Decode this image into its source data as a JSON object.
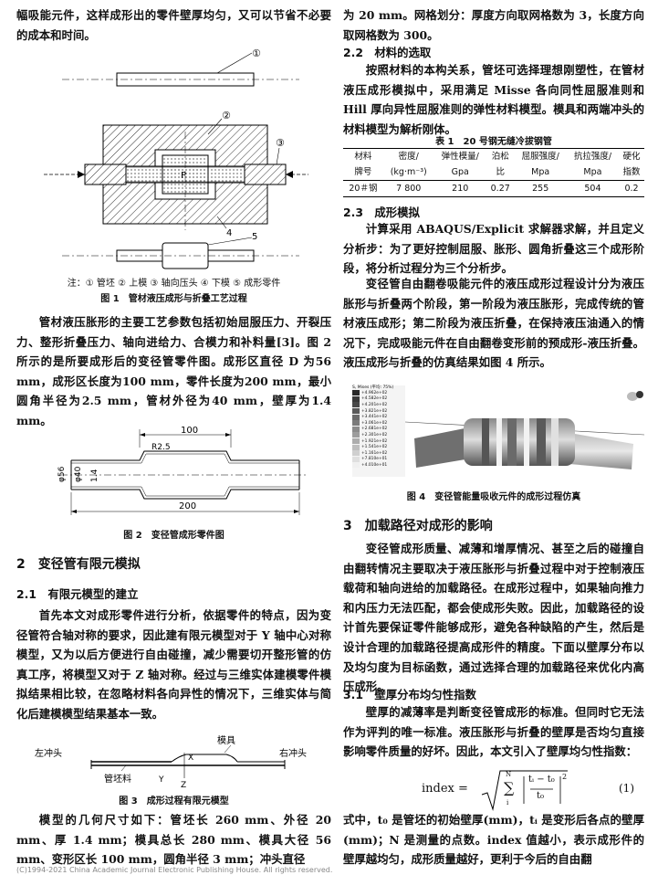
{
  "left": {
    "intro": "幅吸能元件，这样成形出的零件壁厚均匀，又可以节省不必要的成本和时间。",
    "fig1": {
      "labels": [
        "①",
        "②",
        "③",
        "4",
        "5",
        "P"
      ],
      "note": "注：① 管坯 ② 上模 ③ 轴向压头 ④ 下模 ⑤ 成形零件",
      "caption": "图 1　管材液压成形与折叠工艺过程"
    },
    "para1": "管材液压胀形的主要工艺参数包括初始屈服压力、开裂压力、整形折叠压力、轴向进给力、合模力和补料量[3]。图 2 所示的是所要成形后的变径管零件图。成形区直径 D 为56 mm，成形区长度为100 mm，零件长度为200 mm，最小圆角半径为2.5 mm，管材外径为40 mm，壁厚为1.4 mm。",
    "fig2": {
      "dim_top": "100",
      "dim_bottom": "200",
      "dim_r": "R2.5",
      "dim_d56": "φ56",
      "dim_d40": "φ40",
      "dim_t": "1.4",
      "caption": "图 2　变径管成形零件图"
    },
    "sec2": "2　变径管有限元模拟",
    "sec21": "2.1　有限元模型的建立",
    "para2": "首先本文对成形零件进行分析，依据零件的特点，因为变径管符合轴对称的要求，因此建有限元模型对于 Y 轴中心对称模型，又为以后方便进行自由碰撞，减少需要切开整形管的仿真工序，将模型又对于 Z 轴对称。经过与三维实体建模零件模拟结果相比较，在忽略材料各向异性的情况下，三维实体与简化后建模模型结果基本一致。",
    "fig3": {
      "lbl_left": "左冲头",
      "lbl_right": "右冲头",
      "lbl_die": "模具",
      "lbl_tube": "管坯料",
      "lbl_x": "X",
      "lbl_y": "Y",
      "lbl_z": "Z",
      "caption": "图 3　成形过程有限元模型"
    },
    "para3": "模型的几何尺寸如下：管坯长 260 mm、外径 20 mm、厚 1.4 mm；模具总长 280 mm、模具大径 56 mm、变形区长 100 mm，圆角半径 3 mm；冲头直径"
  },
  "right": {
    "cont": "为 20 mm。网格划分：厚度方向取网格数为 3，长度方向取网格数为 300。",
    "sec22": "2.2　材料的选取",
    "para4": "按照材料的本构关系，管坯可选择理想刚塑性，在管材液压成形模拟中，采用满足 Misse 各向同性屈服准则和 Hill 厚向异性屈服准则的弹性材料模型。模具和两端冲头的材料模型为解析刚体。",
    "table": {
      "caption": "表 1　20 号钢无缝冷拔钢管",
      "head1": [
        "材料",
        "密度/",
        "弹性模量/",
        "泊松",
        "屈服强度/",
        "抗拉强度/",
        "硬化"
      ],
      "head2": [
        "牌号",
        "(kg·m⁻³)",
        "Gpa",
        "比",
        "Mpa",
        "Mpa",
        "指数"
      ],
      "row": [
        "20＃钢",
        "7 800",
        "210",
        "0.27",
        "255",
        "504",
        "0.2"
      ]
    },
    "sec23": "2.3　成形模拟",
    "para5": "计算采用 ABAQUS/Explicit 求解器求解，并且定义分析步：为了更好控制屈服、胀形、圆角折叠这三个成形阶段，将分析过程分为三个分析步。",
    "para6": "变径管自由翻卷吸能元件的液压成形过程设计分为液压胀形与折叠两个阶段，第一阶段为液压胀形，完成传统的管材液压成形；第二阶段为液压折叠，在保持液压油通入的情况下，完成吸能元件在自由翻卷变形前的预成形-液压折叠。液压成形与折叠的仿真结果如图 4 所示。",
    "fig4": {
      "legend_title": "S, Mises (平均: 75%)",
      "legend_values": [
        "+4.962e+02",
        "+4.582e+02",
        "+4.201e+02",
        "+3.821e+02",
        "+3.441e+02",
        "+3.061e+02",
        "+2.681e+02",
        "+2.301e+02",
        "+1.921e+02",
        "+1.541e+02",
        "+1.161e+02",
        "+7.810e+01",
        "+4.010e+01"
      ],
      "caption": "图 4　变径管能量吸收元件的成形过程仿真"
    },
    "sec3": "3　加载路径对成形的影响",
    "para7": "变径管成形质量、减薄和增厚情况、甚至之后的碰撞自由翻转情况主要取决于液压胀形与折叠过程中对于控制液压载荷和轴向进给的加载路径。在成形过程中，如果轴向推力和内压力无法匹配，都会使成形失败。因此，加载路径的设计首先要保证零件能够成形，避免各种缺陷的产生，然后是设计合理的加载路径提高成形件的精度。下面以壁厚分布以及均匀度为目标函数，通过选择合理的加载路径来优化内高压成形。",
    "sec31": "3.1　壁厚分布均匀性指数",
    "para8": "壁厚的减薄率是判断变径管成形的标准。但同时它无法作为评判的唯一标准。液压胀形与折叠的壁厚是否均匀直接影响零件质量的好坏。因此，本文引入了壁厚均匀性指数：",
    "eq": {
      "lhs": "index =",
      "sum_top": "N",
      "sum_bot": "i",
      "num": "tᵢ − t₀",
      "den": "t₀",
      "pow": "2",
      "no": "(1)"
    },
    "para9": "式中，t₀ 是管坯的初始壁厚(mm)，tᵢ 是变形后各点的壁厚(mm)；N 是测量的点数。index 值越小，表示成形件的壁厚越均匀，成形质量越好，更利于今后的自由翻"
  },
  "footer": "(C)1994-2021 China Academic Journal Electronic Publishing House. All rights reserved."
}
